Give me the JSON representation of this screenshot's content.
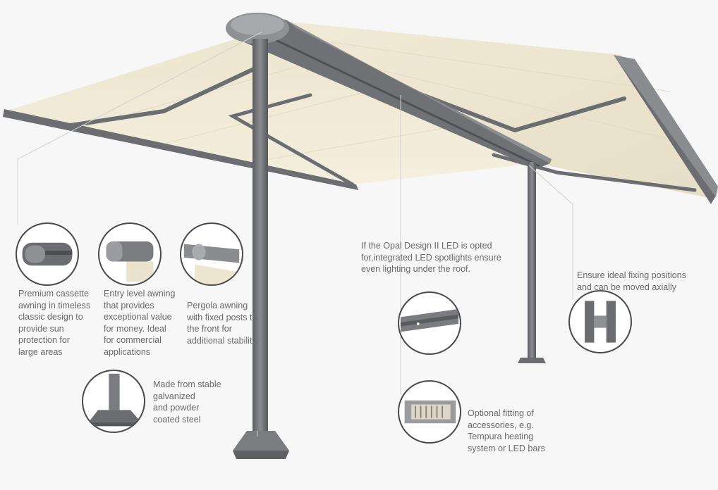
{
  "callouts": {
    "premium": "Premium cassette\nawning in timeless\nclassic design to\nprovide sun\nprotection for\nlarge areas",
    "entry": "Entry level awning\nthat provides\nexceptional value\nfor money. Ideal\nfor commercial\napplications",
    "pergola": "Pergola awning\nwith fixed posts to\nthe front for\nadditional stability.",
    "steel": "Made from stable\ngalvanized\nand powder\ncoated steel",
    "led": "If the Opal Design II LED is opted\nfor,integrated LED spotlights ensure\neven lighting under the roof.",
    "fixing": "Ensure ideal fixing positions\nand can be moved axially",
    "accessories": "Optional fitting of\naccessories, e.g.\nTempura heating\nsystem or LED bars"
  },
  "icons": {
    "premium": "cassette-awning-icon",
    "entry": "entry-awning-icon",
    "pergola": "pergola-awning-icon",
    "steel": "post-base-icon",
    "led": "led-bar-icon",
    "fixing": "fixing-bracket-icon",
    "accessories": "heater-icon"
  },
  "colors": {
    "canopy": "#efe8d3",
    "frame": "#6b6d70",
    "text": "#6a6a6a"
  }
}
